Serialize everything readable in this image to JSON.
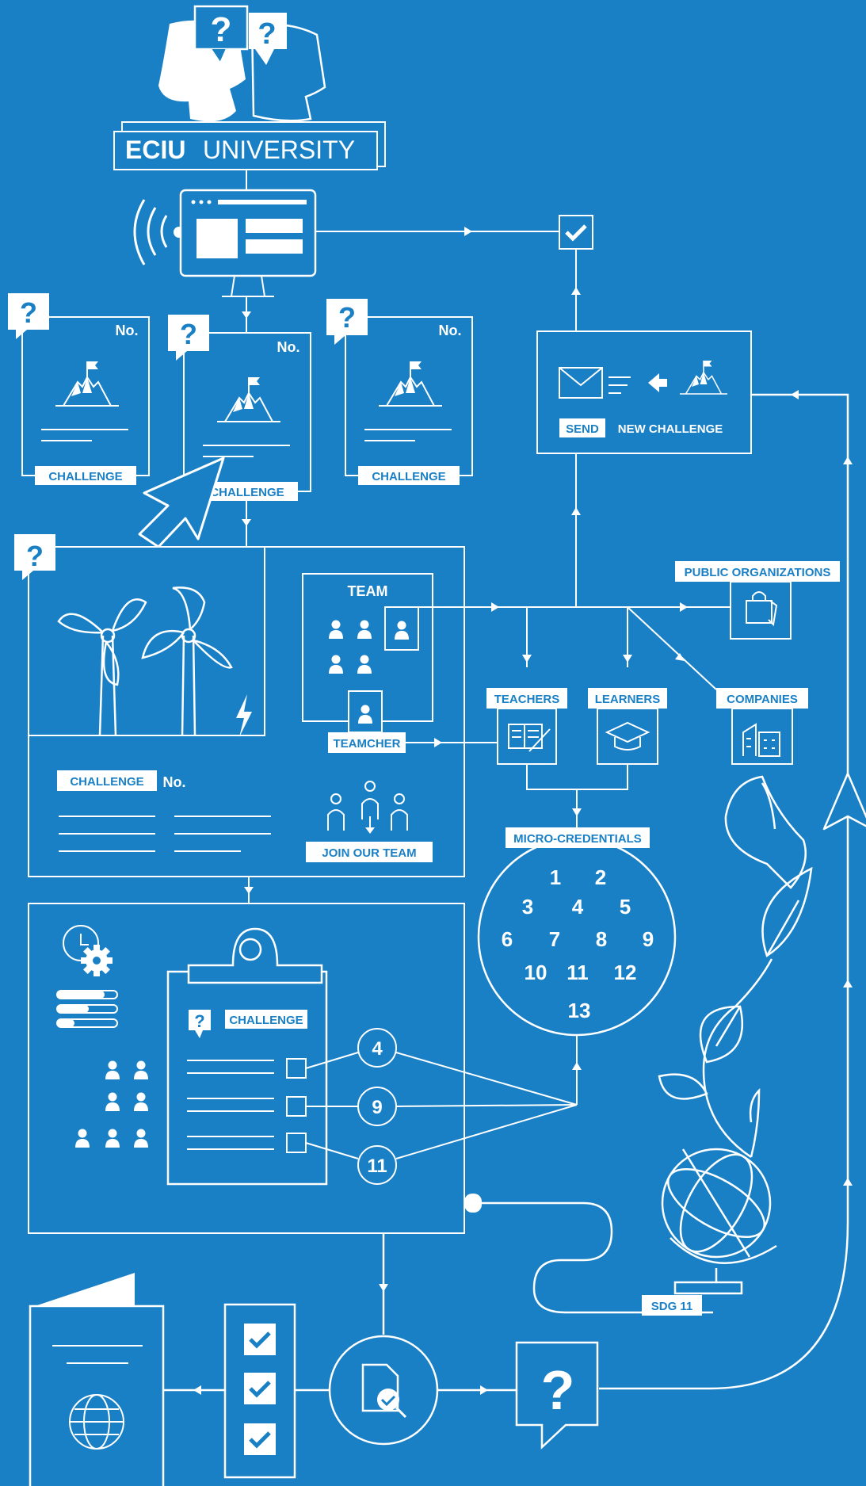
{
  "colors": {
    "background": "#1a80c6",
    "line": "#ffffff",
    "accent": "#1a80c6"
  },
  "header": {
    "university_bold": "ECIU",
    "university_light": "UNIVERSITY"
  },
  "cards": {
    "challenge_label": "CHALLENGE",
    "number_label": "No.",
    "question_mark": "?"
  },
  "detail": {
    "team_title": "TEAM",
    "teamcher_label": "TEAMCHER",
    "challenge_label": "CHALLENGE",
    "number_label": "No.",
    "join_label": "JOIN OUR TEAM"
  },
  "send_box": {
    "send_label": "SEND",
    "new_challenge_label": "NEW CHALLENGE"
  },
  "stakeholders": {
    "public_organizations": "PUBLIC ORGANIZATIONS",
    "teachers": "TEACHERS",
    "learners": "LEARNERS",
    "companies": "COMPANIES"
  },
  "micro_credentials": {
    "title": "MICRO-CREDENTIALS",
    "numbers": [
      "1",
      "2",
      "3",
      "4",
      "5",
      "6",
      "7",
      "8",
      "9",
      "10",
      "11",
      "12",
      "13"
    ]
  },
  "clipboard": {
    "challenge_label": "CHALLENGE",
    "question_mark": "?",
    "selected": [
      "4",
      "9",
      "11"
    ]
  },
  "sdg_label": "SDG 11",
  "icons": [
    "thinking-heads-icon",
    "browser-monitor-icon",
    "wifi-signal-icon",
    "checkmark-icon",
    "mountain-flag-icon",
    "cursor-arrow-icon",
    "wind-turbine-icon",
    "lightning-icon",
    "person-icon",
    "envelope-icon",
    "shopping-bag-icon",
    "book-icon",
    "graduation-cap-icon",
    "buildings-icon",
    "clock-gear-icon",
    "progress-bars-icon",
    "document-search-icon",
    "passport-globe-icon",
    "plant-leaf-icon",
    "globe-icon",
    "paper-plane-icon",
    "question-bubble-icon"
  ]
}
